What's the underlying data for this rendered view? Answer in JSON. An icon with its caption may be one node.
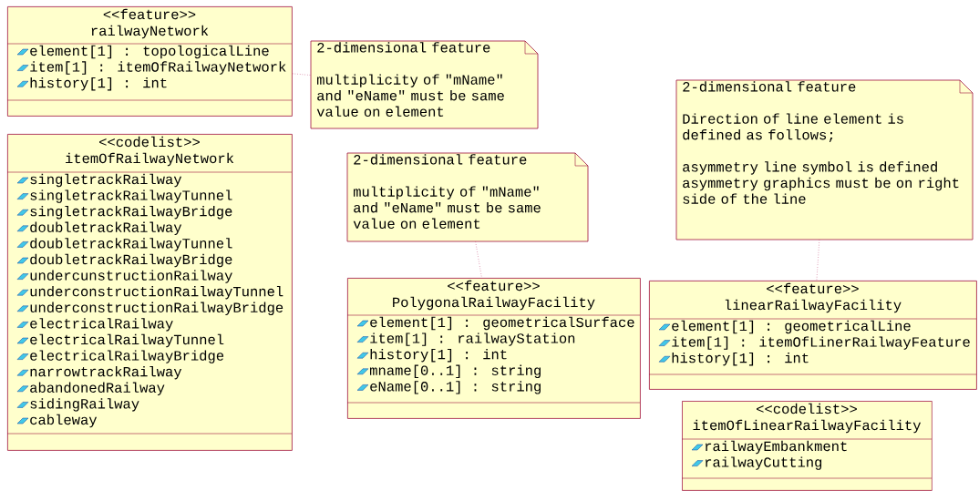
{
  "diagram": {
    "nodes": [
      {
        "text": [
          "<<feature>>",
          "railwayNetwork",
          "element[1] : topologicalLine",
          "item[1] : itemOfRailwayNetwork",
          "history[1] : int"
        ]
      },
      {
        "text": [
          "2-dimensional feature",
          "multiplicity of \"mName\" and \"eName\" must be same value on element"
        ]
      },
      {
        "text": [
          "2-dimensional feature",
          "Direction of line element is defined as follows;",
          "asymmetry line symbol is defined asymmetry graphics must be on right side of the line"
        ]
      },
      {
        "text": [
          "<<codelist>>",
          "itemOfRailwayNetwork",
          "singletrackRailway",
          "singletrackRailwayTunnel",
          "singletrackRailwayBridge",
          "doubletrackRailway",
          "doubletrackRailwayTunnel",
          "doubletrackRailwayBridge",
          "undercunstructionRailway",
          "underconstructionRailwayTunnel",
          "underconstructionRailwayBridge",
          "electricalRailway",
          "electricalRailwayTunnel",
          "electricalRailwayBridge",
          "narrowtrackRailway",
          "abandonedRailway",
          "sidingRailway",
          "cableway"
        ]
      },
      {
        "text": [
          "2-dimensional feature",
          "multiplicity of \"mName\" and \"eName\" must be same value on element"
        ]
      },
      {
        "text": [
          "<<feature>>",
          "PolygonalRailwayFacility",
          "element[1] : geometricalSurface",
          "item[1] : railwayStation",
          "history[1] : int",
          "mname[0..1] : string",
          "eName[0..1] : string"
        ]
      },
      {
        "text": [
          "<<feature>>",
          "linearRailwayFacility",
          "element[1] : geometricalLine",
          "item[1] : itemOfLinerRailwayFeature",
          "history[1] : int"
        ]
      },
      {
        "text": [
          "<<codelist>>",
          "itemOfLinearRailwayFacility",
          "railwayEmbankment",
          "railwayCutting"
        ]
      }
    ],
    "edges": [
      {
        "from": 0,
        "to": 1,
        "arrow": "none"
      },
      {
        "from": 4,
        "to": 5,
        "arrow": "none"
      },
      {
        "from": 2,
        "to": 6,
        "arrow": "none"
      }
    ]
  }
}
